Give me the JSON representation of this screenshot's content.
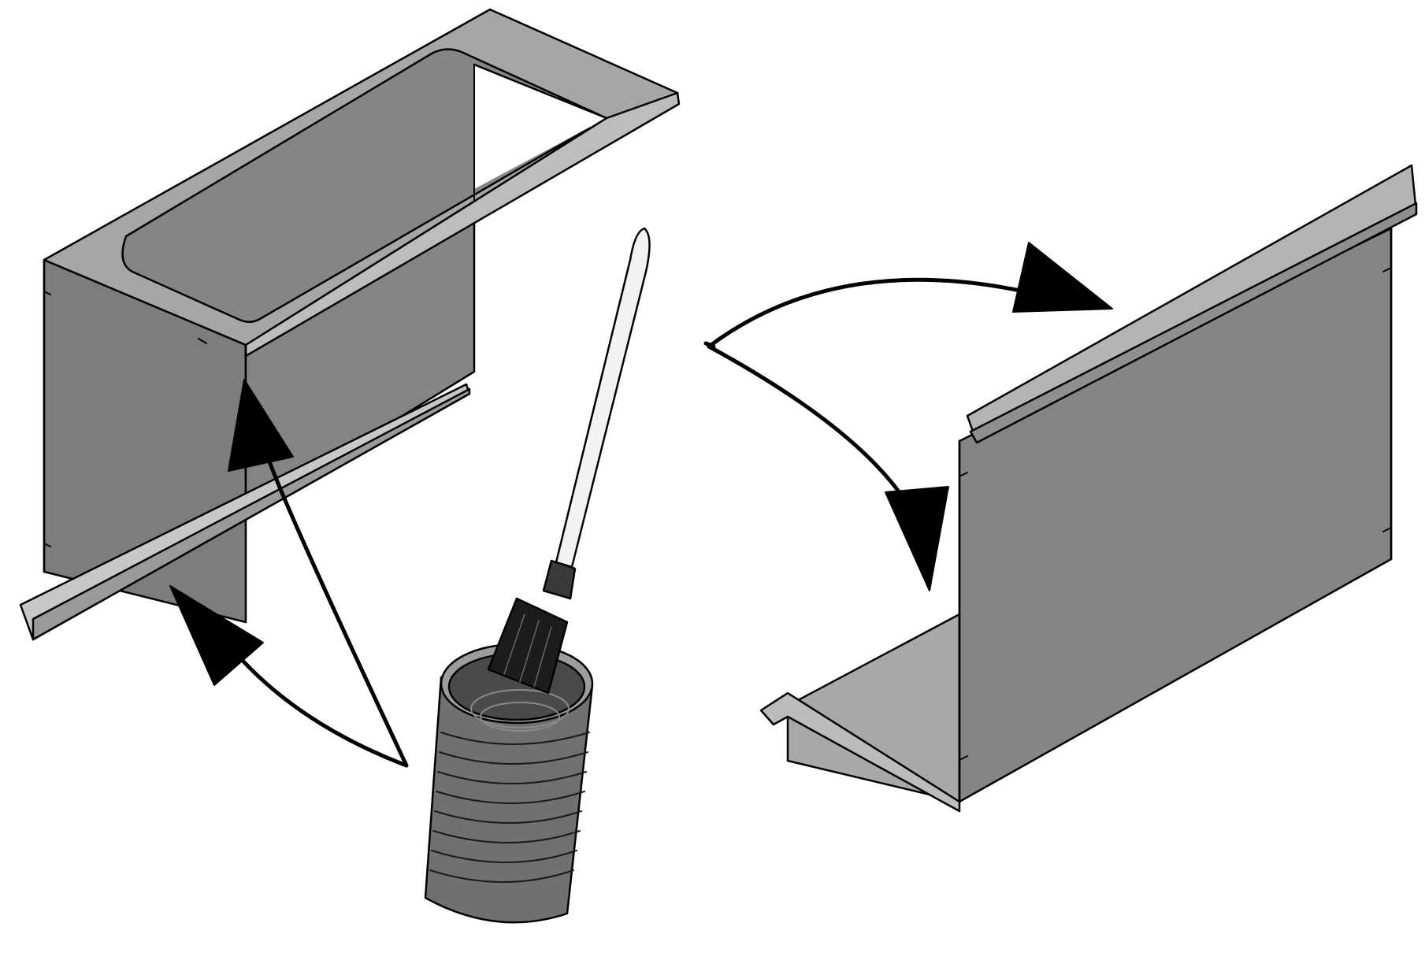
{
  "figure": {
    "kind": "assembly-illustration",
    "labels": [],
    "colors": {
      "background": "#ffffff",
      "outline": "#000000",
      "panel_dark": "#808080",
      "panel_mid": "#8c8c8c",
      "panel_light": "#a9a9a9",
      "panel_highlight": "#c4c4c4",
      "can_body": "#6f6f6f",
      "brush_handle": "#f2f2f2",
      "brush_bristles": "#1a1a1a",
      "arrow": "#000000"
    },
    "components": [
      {
        "name": "left-tray",
        "description_icon": "tray-icon"
      },
      {
        "name": "right-panel",
        "description_icon": "panel-icon"
      },
      {
        "name": "paint-can",
        "description_icon": "can-icon"
      },
      {
        "name": "paint-brush",
        "description_icon": "brush-icon"
      }
    ],
    "arrows": [
      {
        "name": "arrow-to-tray-edge",
        "icon": "curved-arrow-icon"
      },
      {
        "name": "arrow-to-tray-lip",
        "icon": "curved-arrow-icon"
      },
      {
        "name": "arrow-to-panel-top",
        "icon": "curved-arrow-icon"
      },
      {
        "name": "arrow-to-panel-base",
        "icon": "curved-arrow-icon"
      }
    ]
  }
}
